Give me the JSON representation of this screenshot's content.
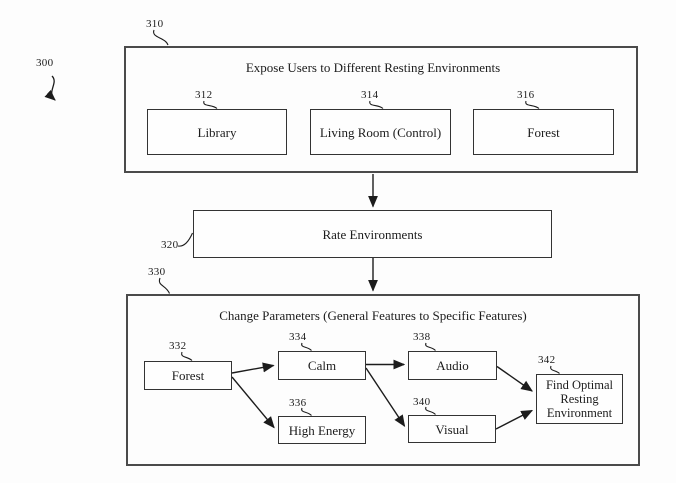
{
  "figure": {
    "label": "300",
    "stages": [
      {
        "ref": "310",
        "title": "Expose Users to Different Resting Environments",
        "items": [
          {
            "ref": "312",
            "label": "Library"
          },
          {
            "ref": "314",
            "label": "Living Room (Control)"
          },
          {
            "ref": "316",
            "label": "Forest"
          }
        ]
      },
      {
        "ref": "320",
        "title": "Rate Environments"
      },
      {
        "ref": "330",
        "title": "Change Parameters (General Features to Specific Features)",
        "items": [
          {
            "ref": "332",
            "label": "Forest"
          },
          {
            "ref": "334",
            "label": "Calm"
          },
          {
            "ref": "336",
            "label": "High Energy"
          },
          {
            "ref": "338",
            "label": "Audio"
          },
          {
            "ref": "340",
            "label": "Visual"
          },
          {
            "ref": "342",
            "label": "Find Optimal Resting Environment"
          }
        ]
      }
    ],
    "connections": [
      {
        "from": "310",
        "to": "320"
      },
      {
        "from": "320",
        "to": "330"
      },
      {
        "from": "332",
        "to": "334"
      },
      {
        "from": "332",
        "to": "336"
      },
      {
        "from": "334",
        "to": "338"
      },
      {
        "from": "334",
        "to": "340"
      },
      {
        "from": "338",
        "to": "342"
      },
      {
        "from": "340",
        "to": "342"
      }
    ],
    "colors": {
      "ink": "#1c1c1c",
      "box_border": "#333333",
      "stage_border": "#4b4b4b",
      "background": "#fdfdfd"
    }
  }
}
